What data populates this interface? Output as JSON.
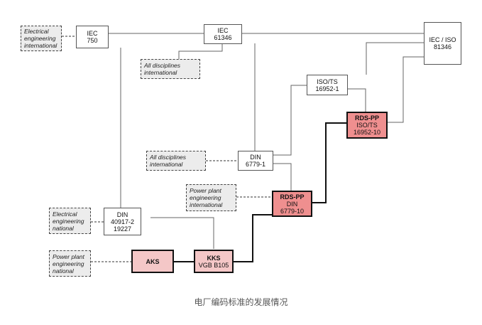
{
  "nodes": {
    "iec750": {
      "line1": "IEC",
      "line2": "750"
    },
    "iec61346": {
      "line1": "IEC",
      "line2": "61346"
    },
    "iec_iso81346": {
      "line1": "IEC / ISO",
      "line2": "81346"
    },
    "iso16952_1": {
      "line1": "ISO/TS",
      "line2": "16952-1"
    },
    "rds_iso": {
      "line1": "RDS-PP",
      "line2": "ISO/TS",
      "line3": "16952-10"
    },
    "din6779_1": {
      "line1": "DIN",
      "line2": "6779-1"
    },
    "rds_din": {
      "line1": "RDS-PP",
      "line2": "DIN",
      "line3": "6779-10"
    },
    "din40917": {
      "line1": "DIN",
      "line2": "40917-2",
      "line3": "19227"
    },
    "aks": {
      "line1": "AKS"
    },
    "kks": {
      "line1": "KKS",
      "line2": "VGB B105"
    }
  },
  "notes": {
    "elec_intl": {
      "line1": "Electrical",
      "line2": "engineering",
      "line3": "international"
    },
    "all_disc_1": {
      "line1": "All disciplines",
      "line2": "international"
    },
    "all_disc_2": {
      "line1": "All disciplines",
      "line2": "international"
    },
    "power_intl": {
      "line1": "Power plant",
      "line2": "engineering",
      "line3": "international"
    },
    "elec_natl": {
      "line1": "Electrical",
      "line2": "engineering",
      "line3": "national"
    },
    "power_natl": {
      "line1": "Power plant",
      "line2": "engineering",
      "line3": "national"
    }
  },
  "caption": "电厂编码标准的发展情况",
  "colors": {
    "rds_fill": "#ef8f8f",
    "kks_fill": "#f4c7c7",
    "note_fill": "#ececec"
  }
}
